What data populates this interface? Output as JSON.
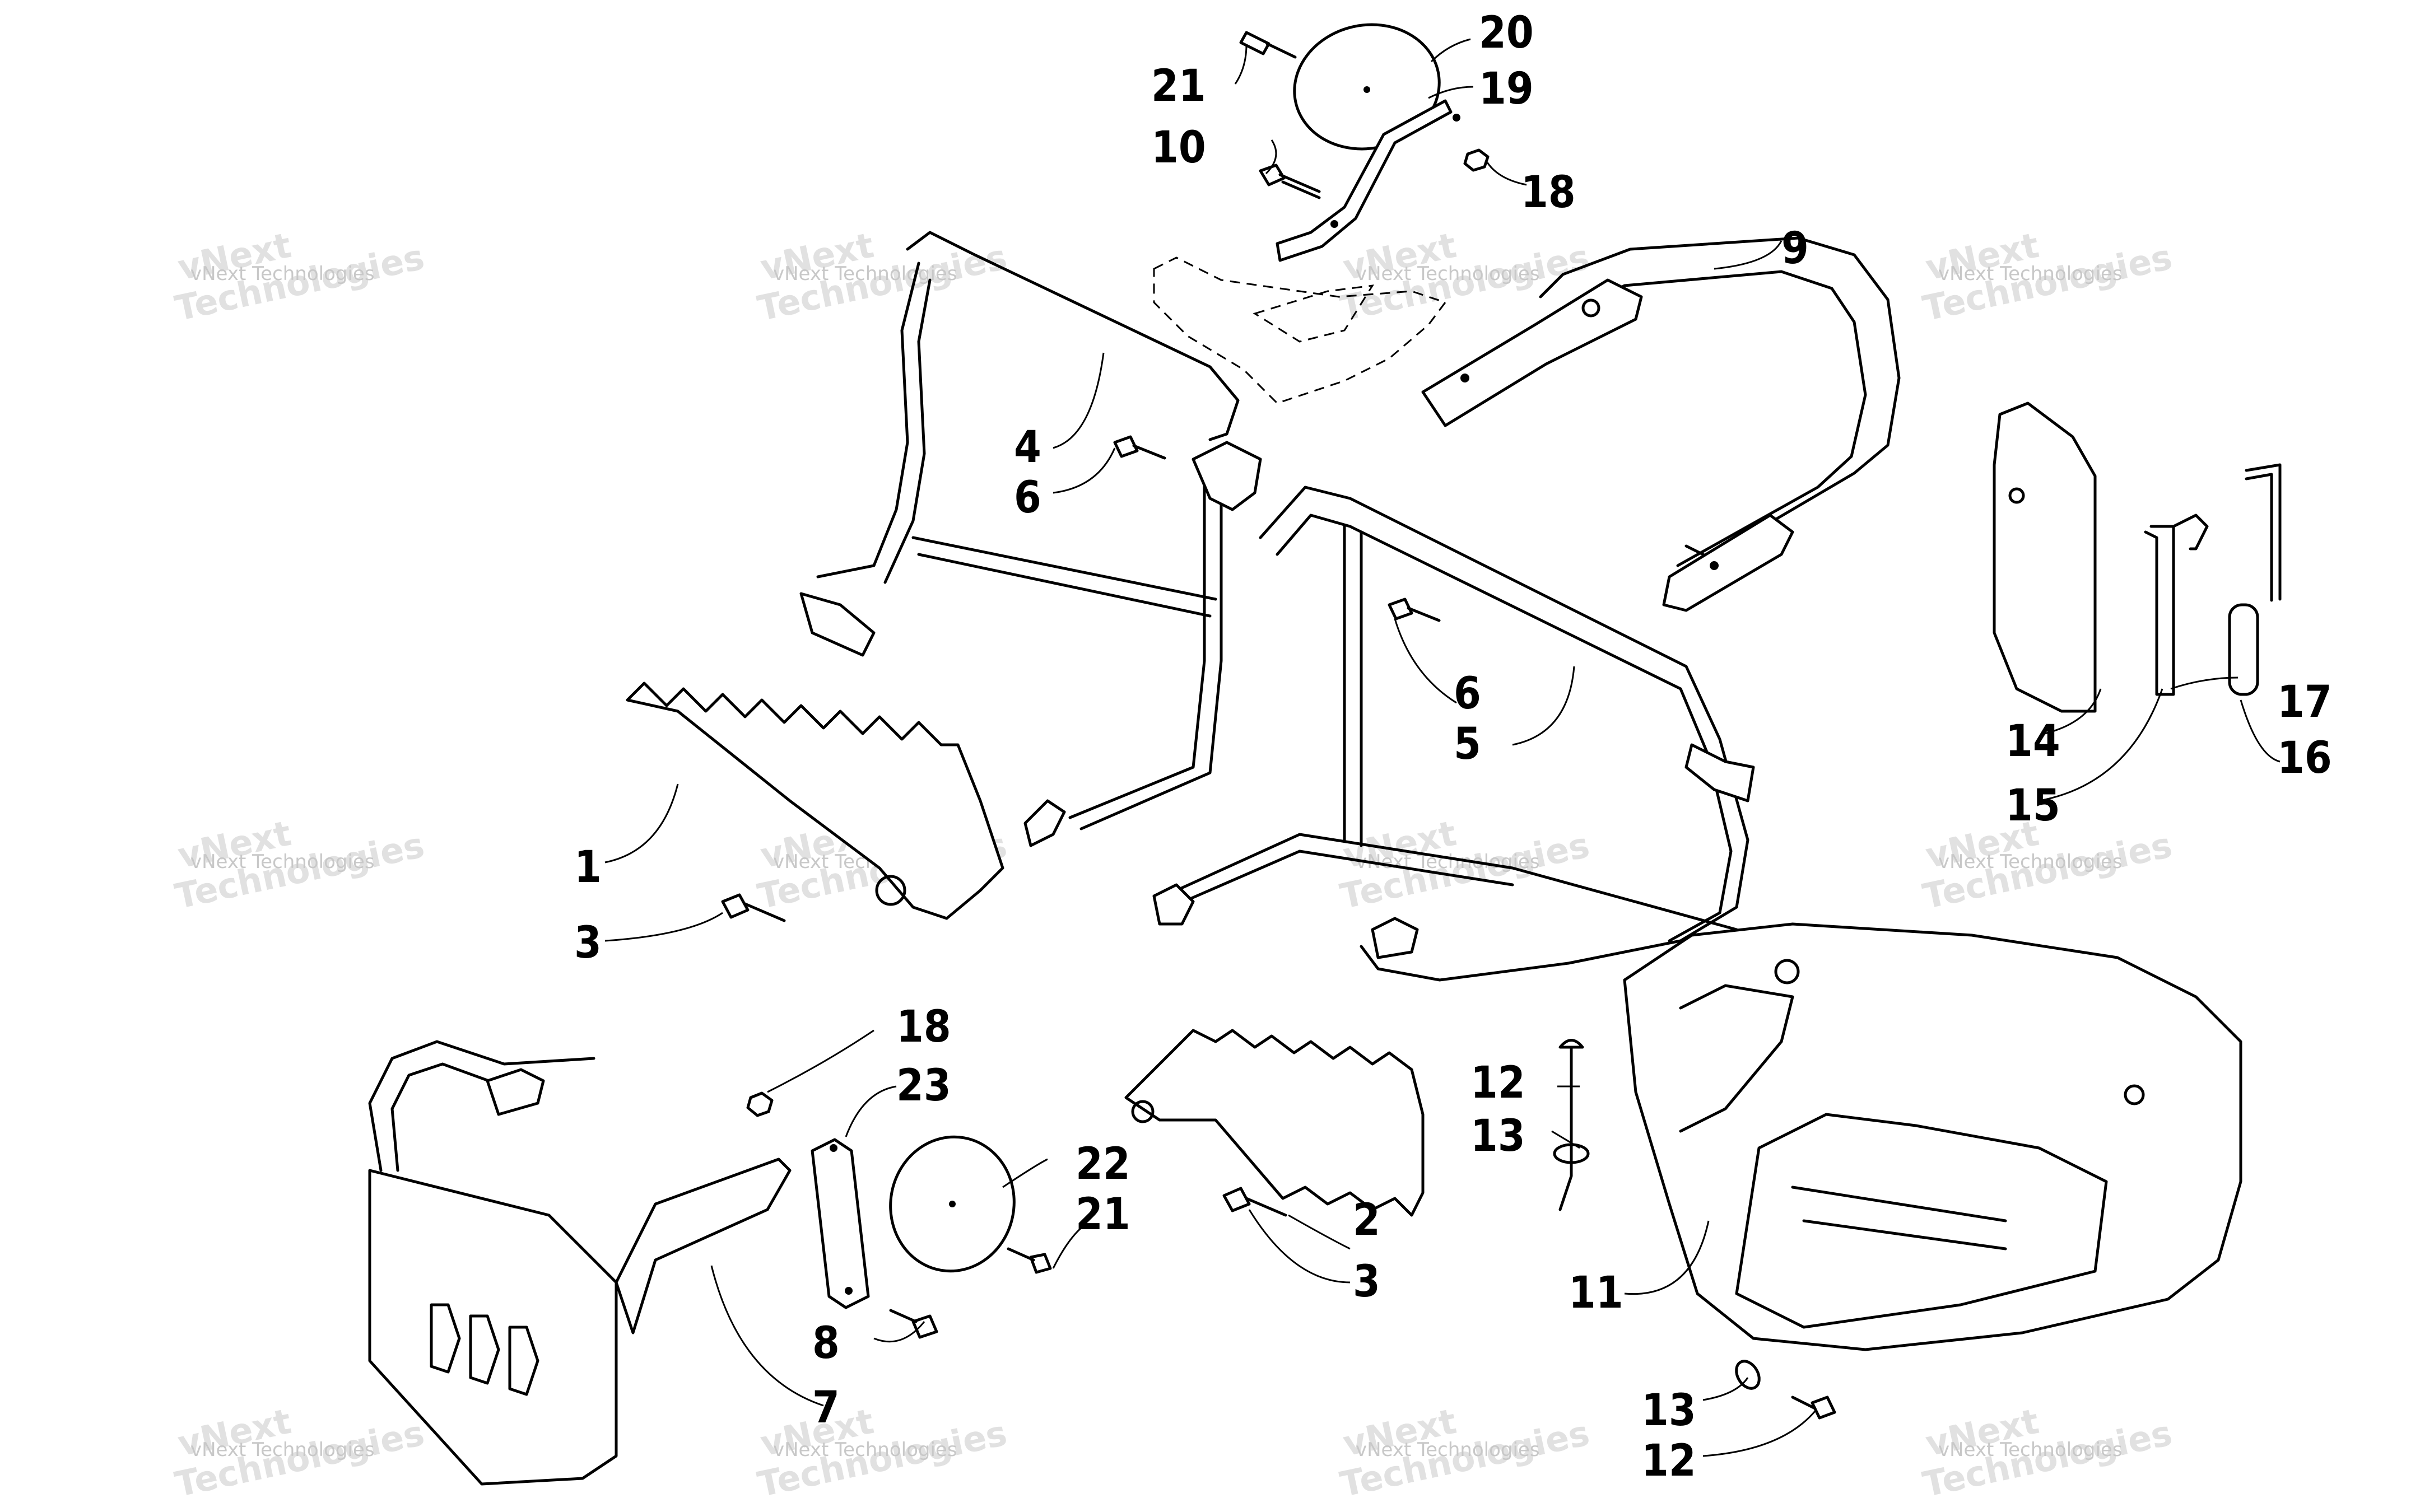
{
  "diagram": {
    "callouts": [
      {
        "id": "c20",
        "label": "20"
      },
      {
        "id": "c21a",
        "label": "21"
      },
      {
        "id": "c19",
        "label": "19"
      },
      {
        "id": "c10",
        "label": "10"
      },
      {
        "id": "c18a",
        "label": "18"
      },
      {
        "id": "c9",
        "label": "9"
      },
      {
        "id": "c4",
        "label": "4"
      },
      {
        "id": "c6a",
        "label": "6"
      },
      {
        "id": "c6b",
        "label": "6"
      },
      {
        "id": "c5",
        "label": "5"
      },
      {
        "id": "c17",
        "label": "17"
      },
      {
        "id": "c14",
        "label": "14"
      },
      {
        "id": "c16",
        "label": "16"
      },
      {
        "id": "c15",
        "label": "15"
      },
      {
        "id": "c1",
        "label": "1"
      },
      {
        "id": "c3a",
        "label": "3"
      },
      {
        "id": "c18b",
        "label": "18"
      },
      {
        "id": "c23",
        "label": "23"
      },
      {
        "id": "c22",
        "label": "22"
      },
      {
        "id": "c21b",
        "label": "21"
      },
      {
        "id": "c2",
        "label": "2"
      },
      {
        "id": "c3b",
        "label": "3"
      },
      {
        "id": "c12a",
        "label": "12"
      },
      {
        "id": "c13a",
        "label": "13"
      },
      {
        "id": "c11",
        "label": "11"
      },
      {
        "id": "c8",
        "label": "8"
      },
      {
        "id": "c7",
        "label": "7"
      },
      {
        "id": "c13b",
        "label": "13"
      },
      {
        "id": "c12b",
        "label": "12"
      }
    ],
    "watermark": {
      "small_text": "vNext Technologies",
      "big_line1": "vNext",
      "big_line2": "Technologies"
    }
  }
}
